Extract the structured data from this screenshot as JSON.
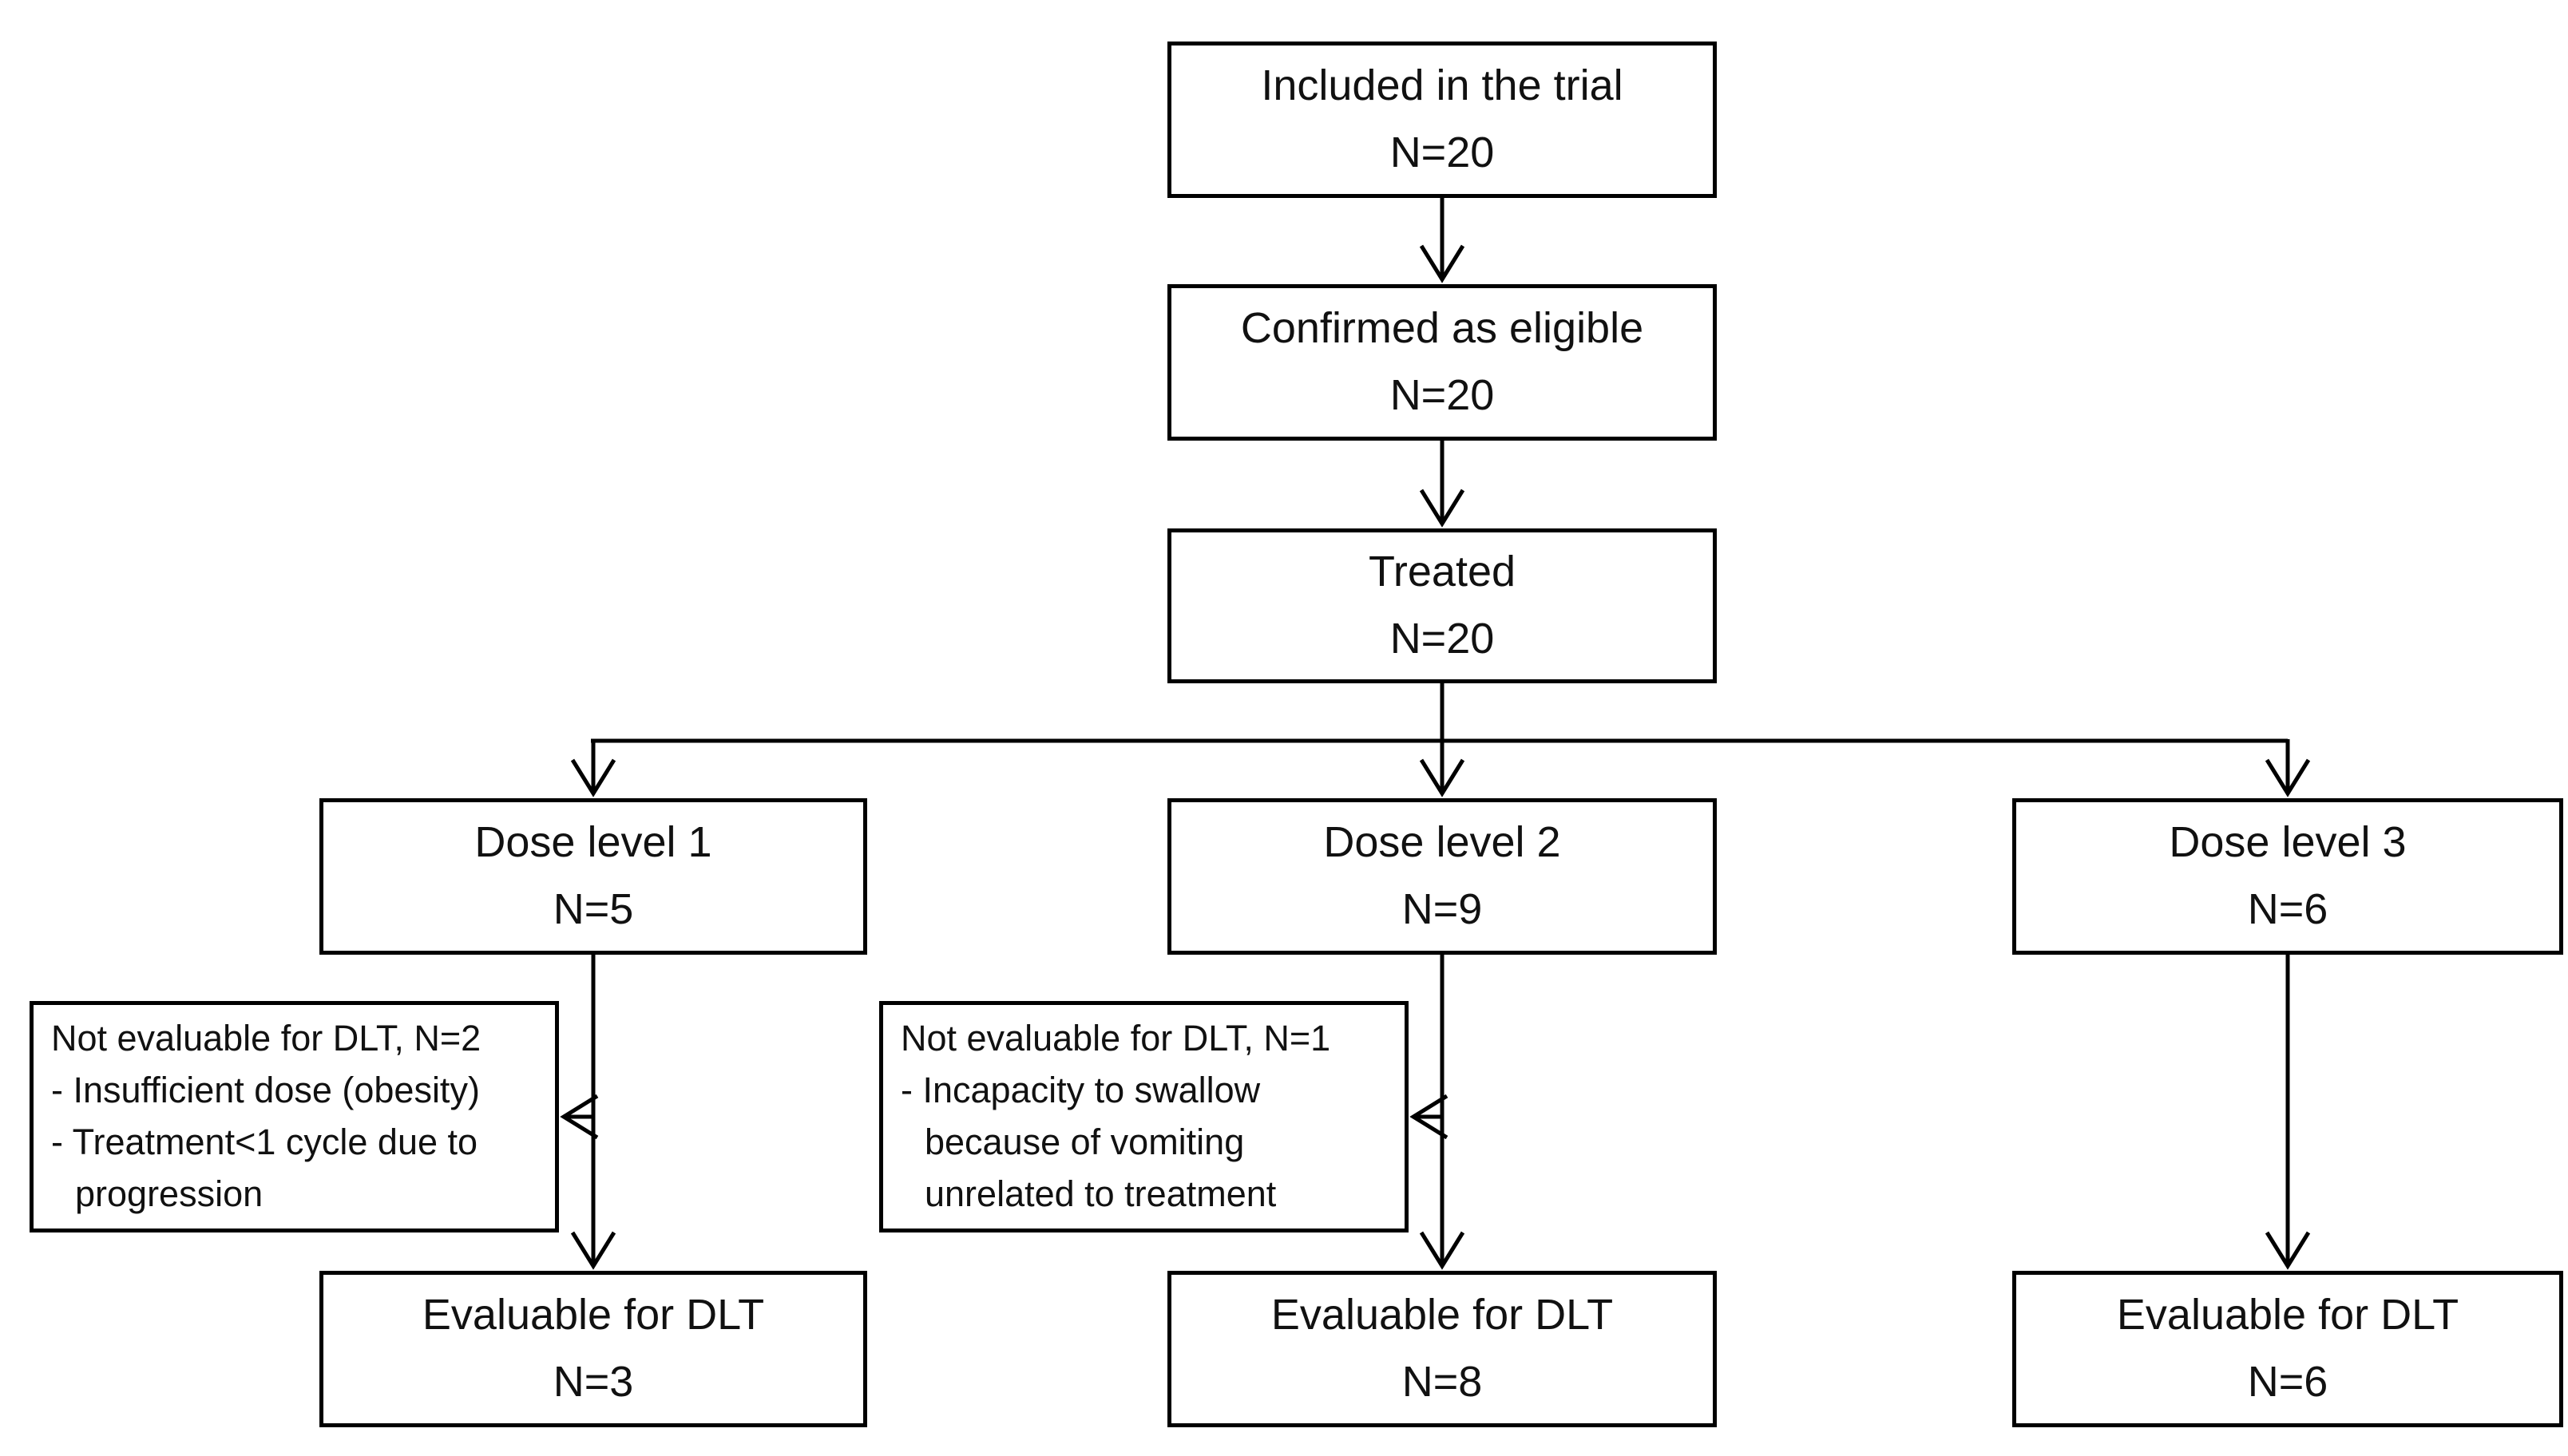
{
  "colors": {
    "background": "#ffffff",
    "box_border": "#000000",
    "line": "#000000",
    "text": "#111111"
  },
  "nodes": {
    "included": {
      "label": "Included in the trial",
      "count": "N=20"
    },
    "eligible": {
      "label": "Confirmed as eligible",
      "count": "N=20"
    },
    "treated": {
      "label": "Treated",
      "count": "N=20"
    },
    "dose1": {
      "label": "Dose level 1",
      "count": "N=5"
    },
    "dose2": {
      "label": "Dose level 2",
      "count": "N=9"
    },
    "dose3": {
      "label": "Dose level 3",
      "count": "N=6"
    },
    "eval1": {
      "label": "Evaluable for DLT",
      "count": "N=3"
    },
    "eval2": {
      "label": "Evaluable for DLT",
      "count": "N=8"
    },
    "eval3": {
      "label": "Evaluable for DLT",
      "count": "N=6"
    }
  },
  "notes": {
    "note1": {
      "lines": [
        "Not evaluable for DLT, N=2",
        "- Insufficient dose (obesity)",
        "- Treatment<1 cycle due to",
        "progression"
      ]
    },
    "note2": {
      "lines": [
        "Not evaluable for DLT, N=1",
        "- Incapacity to swallow",
        "because of vomiting",
        "unrelated to treatment"
      ]
    }
  },
  "edges": [
    "included -> eligible",
    "eligible -> treated",
    "treated -> dose1",
    "treated -> dose2",
    "treated -> dose3",
    "dose1 -> eval1",
    "dose2 -> eval2",
    "dose3 -> eval3",
    "dose1 -> note1",
    "dose2 -> note2"
  ]
}
